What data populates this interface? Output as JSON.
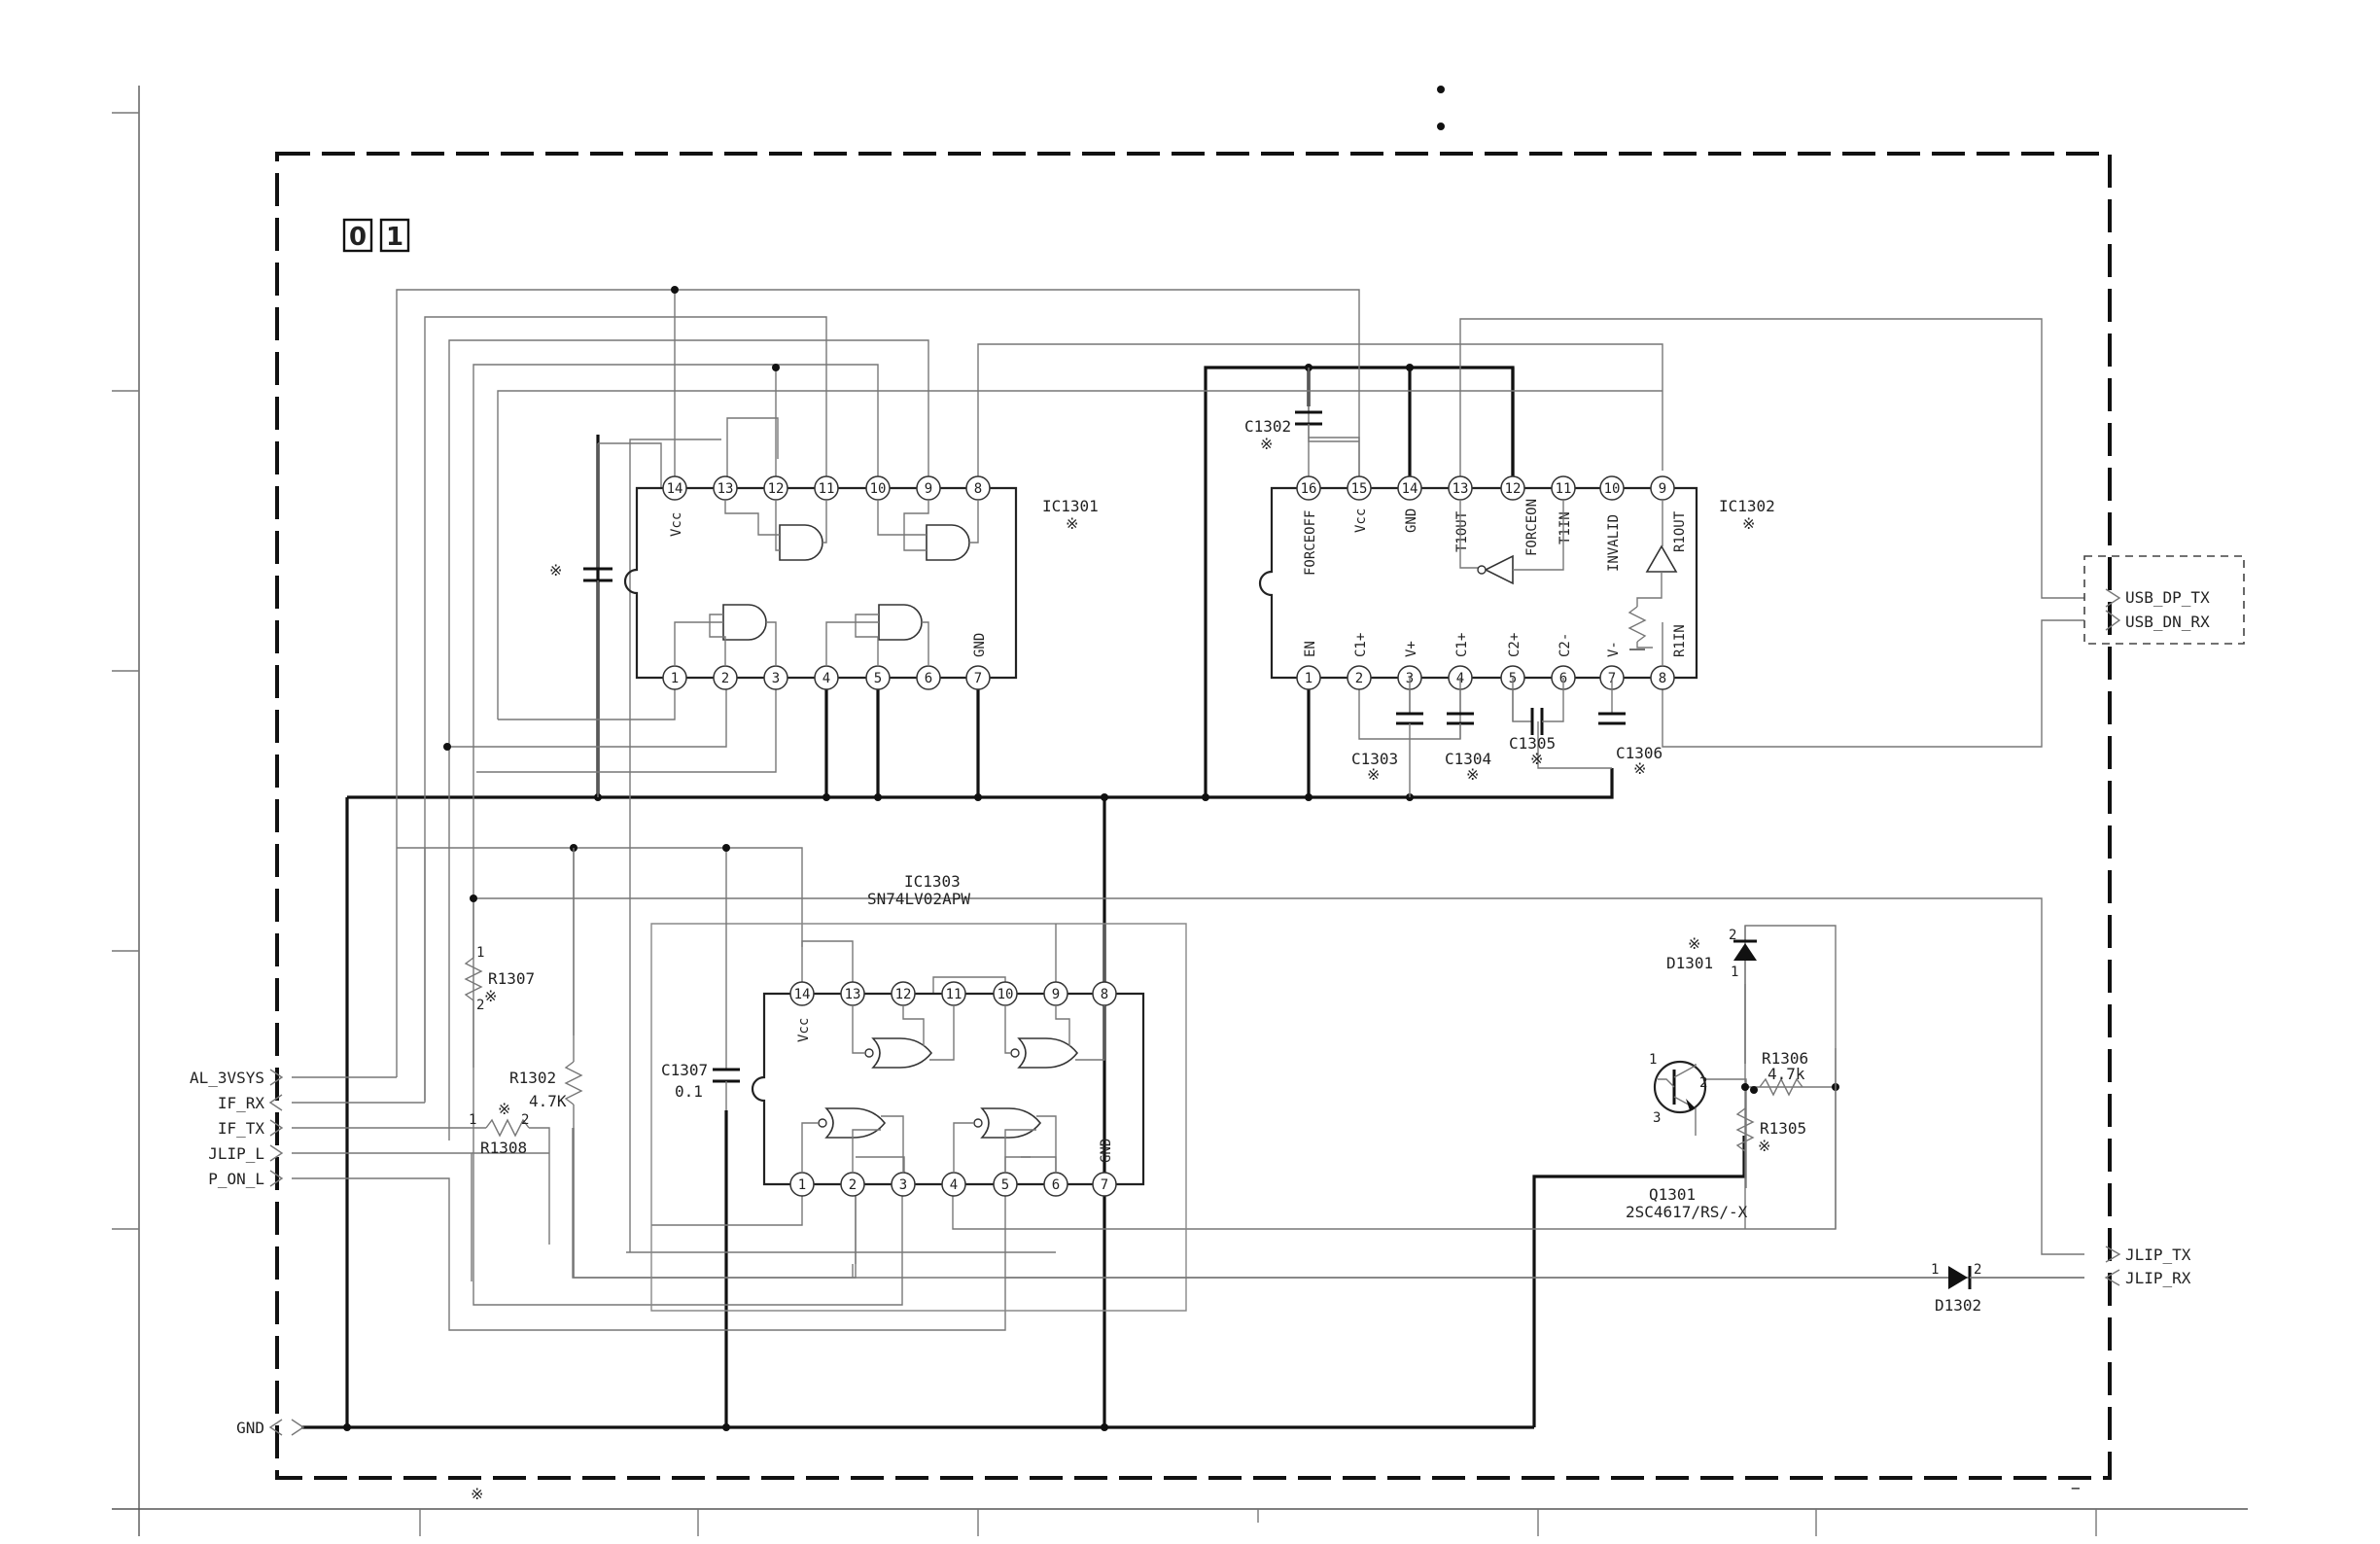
{
  "board_mark": [
    "0",
    "1"
  ],
  "ic1301": {
    "ref": "IC1301",
    "mark": "※",
    "vcc": "Vcc",
    "gnd": "GND",
    "top_pins": [
      "14",
      "13",
      "12",
      "11",
      "10",
      "9",
      "8"
    ],
    "bottom_pins": [
      "1",
      "2",
      "3",
      "4",
      "5",
      "6",
      "7"
    ]
  },
  "ic1302": {
    "ref": "IC1302",
    "mark": "※",
    "top_pins": [
      "16",
      "15",
      "14",
      "13",
      "12",
      "11",
      "10",
      "9"
    ],
    "bottom_pins": [
      "1",
      "2",
      "3",
      "4",
      "5",
      "6",
      "7",
      "8"
    ],
    "top_labels": [
      "FORCEOFF",
      "Vcc",
      "GND",
      "T1OUT",
      "FORCEON",
      "T1IN",
      "INVALID",
      "R1OUT"
    ],
    "bottom_labels": [
      "EN",
      "C1+",
      "V+",
      "C1+",
      "C2+",
      "C2-",
      "V-",
      "R1IN"
    ]
  },
  "ic1303": {
    "ref": "IC1303",
    "part": "SN74LV02APW",
    "vcc": "Vcc",
    "gnd": "GND",
    "top_pins": [
      "14",
      "13",
      "12",
      "11",
      "10",
      "9",
      "8"
    ],
    "bottom_pins": [
      "1",
      "2",
      "3",
      "4",
      "5",
      "6",
      "7"
    ]
  },
  "caps": {
    "c1302": "C1302",
    "c1303": "C1303",
    "c1304": "C1304",
    "c1305": "C1305",
    "c1306": "C1306",
    "c1307": "C1307",
    "c1307_value": "0.1"
  },
  "resistors": {
    "r1302": "R1302",
    "r1302_value": "4.7K",
    "r1305": "R1305",
    "r1306": "R1306",
    "r1306_value": "4.7k",
    "r1307": "R1307",
    "r1308": "R1308"
  },
  "diodes": {
    "d1301": "D1301",
    "d1302": "D1302"
  },
  "transistor": {
    "ref": "Q1301",
    "part": "2SC4617/RS/-X"
  },
  "pin_marks": {
    "one": "1",
    "two": "2",
    "three": "3"
  },
  "asterisk": "※",
  "minus": "−",
  "connectors": {
    "left": [
      "AL_3VSYS",
      "IF_RX",
      "IF_TX",
      "JLIP_L",
      "P_ON_L"
    ],
    "gnd": "GND",
    "usb": [
      "USB_DP_TX",
      "USB_DN_RX"
    ],
    "jlip": [
      "JLIP_TX",
      "JLIP_RX"
    ]
  }
}
